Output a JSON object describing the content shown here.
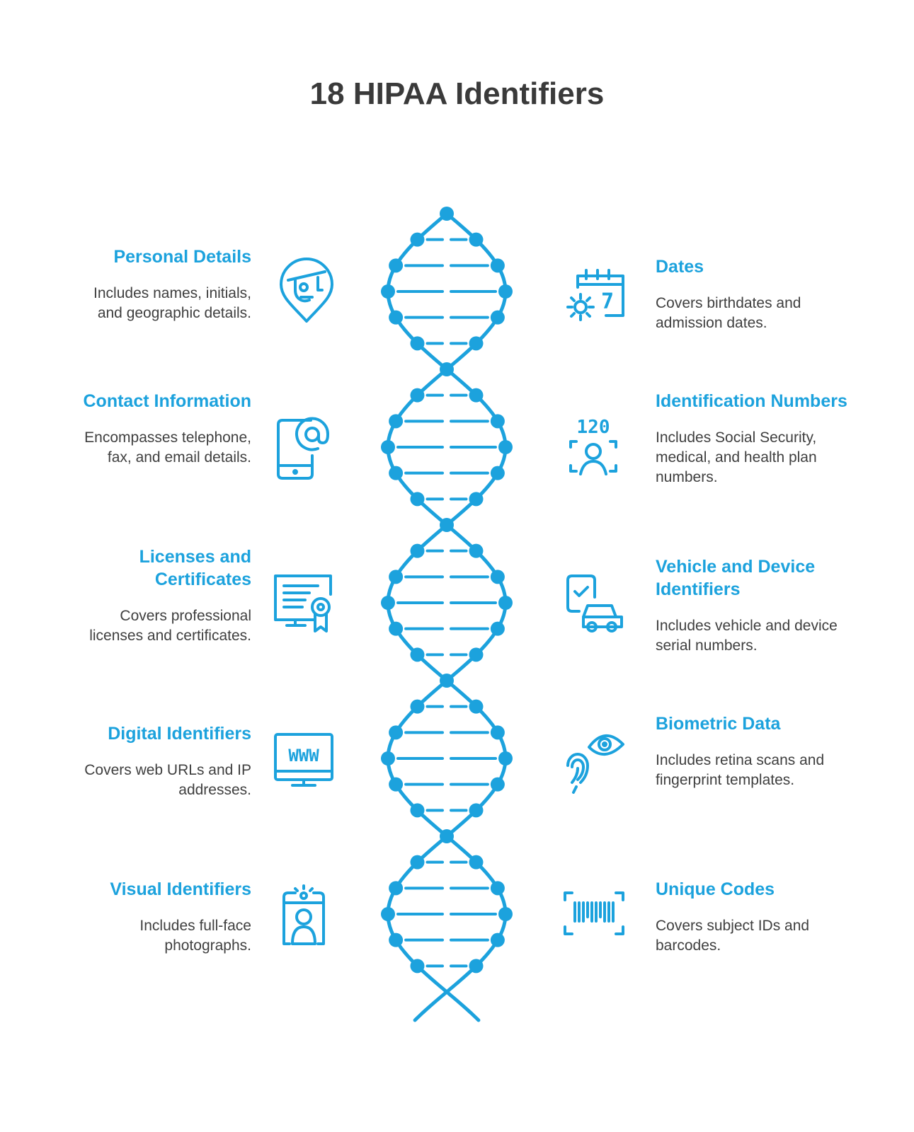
{
  "title": "18 HIPAA Identifiers",
  "accent_color": "#1ca2dd",
  "left_items": [
    {
      "heading": "Personal Details",
      "description": "Includes names, initials, and geographic details.",
      "icon": "map-pin-face-icon"
    },
    {
      "heading": "Contact Information",
      "description": "Encompasses telephone, fax, and email details.",
      "icon": "phone-at-icon"
    },
    {
      "heading": "Licenses and Certificates",
      "description": "Covers professional licenses and certificates.",
      "icon": "certificate-icon"
    },
    {
      "heading": "Digital Identifiers",
      "description": "Covers web URLs and IP addresses.",
      "icon": "www-monitor-icon"
    },
    {
      "heading": "Visual Identifiers",
      "description": "Includes full-face photographs.",
      "icon": "id-photo-icon"
    }
  ],
  "right_items": [
    {
      "heading": "Dates",
      "description": "Covers birthdates and admission dates.",
      "icon": "calendar-gear-icon"
    },
    {
      "heading": "Identification Numbers",
      "description": "Includes Social Security, medical, and health plan numbers.",
      "icon": "face-scan-number-icon"
    },
    {
      "heading": "Vehicle and Device Identifiers",
      "description": "Includes vehicle and device serial numbers.",
      "icon": "phone-car-icon"
    },
    {
      "heading": "Biometric Data",
      "description": "Includes retina scans and fingerprint templates.",
      "icon": "eye-fingerprint-icon"
    },
    {
      "heading": "Unique Codes",
      "description": "Covers subject IDs and barcodes.",
      "icon": "barcode-scan-icon"
    }
  ],
  "icon_labels": {
    "calendar_day": "7",
    "id_number": "120",
    "www": "WWW"
  }
}
